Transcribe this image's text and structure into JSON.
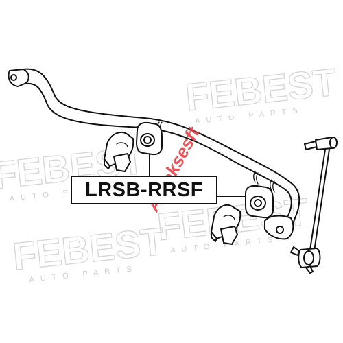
{
  "watermark": {
    "brand": "FEBEST",
    "sub": "AUTO PARTS",
    "stamp": "Autoksesft"
  },
  "part_number": "LRSB-RRSF",
  "colors": {
    "line": "#111111",
    "watermark": "#d6d6d6",
    "stamp_red": "#e8333a",
    "background": "#ffffff"
  }
}
